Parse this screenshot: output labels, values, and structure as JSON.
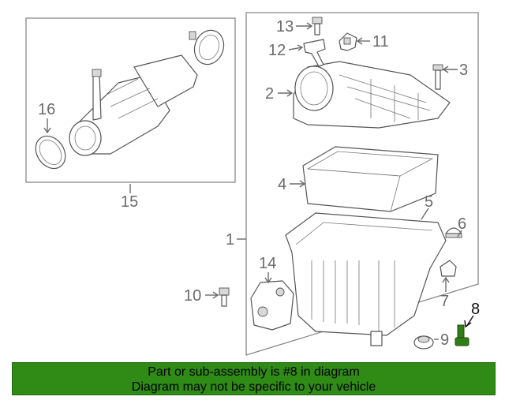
{
  "callouts": {
    "c1": "1",
    "c2": "2",
    "c3": "3",
    "c4": "4",
    "c5": "5",
    "c6": "6",
    "c7": "7",
    "c8": "8",
    "c9": "9",
    "c10": "10",
    "c11": "11",
    "c12": "12",
    "c13": "13",
    "c14": "14",
    "c15": "15",
    "c16": "16"
  },
  "highlight": {
    "callout": "8",
    "part_color": "#2f7d14"
  },
  "banner": {
    "line1": "Part or sub-assembly is #8 in diagram",
    "line2": "Diagram may not be specific to your vehicle",
    "background": "#2f8a16"
  }
}
